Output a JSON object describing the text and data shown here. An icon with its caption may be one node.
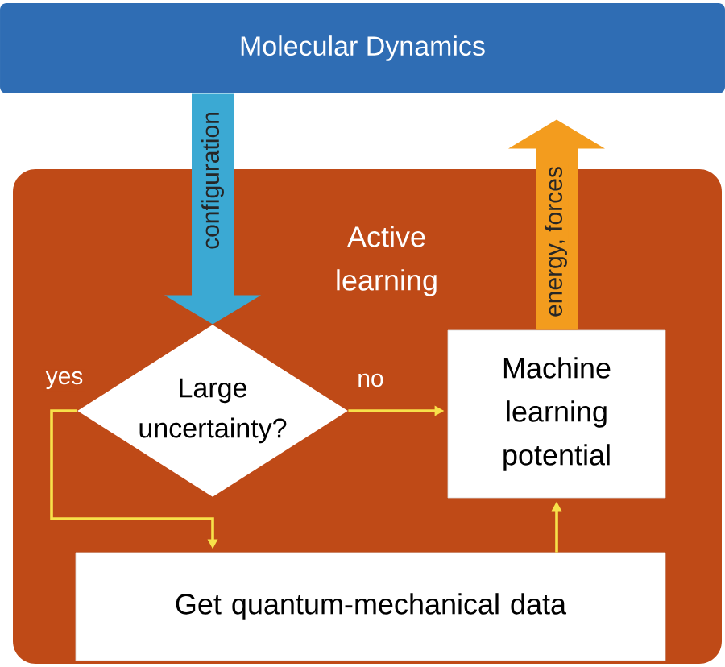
{
  "diagram": {
    "nodes": [
      {
        "text": [
          "Molecular Dynamics"
        ]
      },
      {
        "text": [
          "Active learning"
        ]
      },
      {
        "text": [
          "Large uncertainty?"
        ],
        "in": 1
      },
      {
        "text": [
          "Machine learning potential"
        ],
        "in": 1
      },
      {
        "text": [
          "Get quantum-mechanical data"
        ],
        "in": 1
      }
    ],
    "edges": [
      {
        "from": 0,
        "to": 2,
        "arrow": "to",
        "label": "configuration",
        "style": "thick",
        "color": "#3ba9d3"
      },
      {
        "from": 3,
        "to": 0,
        "arrow": "to",
        "label": "energy, forces",
        "style": "thick",
        "color": "#f39c1e"
      },
      {
        "from": 2,
        "to": 3,
        "arrow": "to",
        "label": "no"
      },
      {
        "from": 2,
        "to": 4,
        "arrow": "to",
        "label": "yes"
      },
      {
        "from": 4,
        "to": 3,
        "arrow": "to"
      }
    ]
  }
}
